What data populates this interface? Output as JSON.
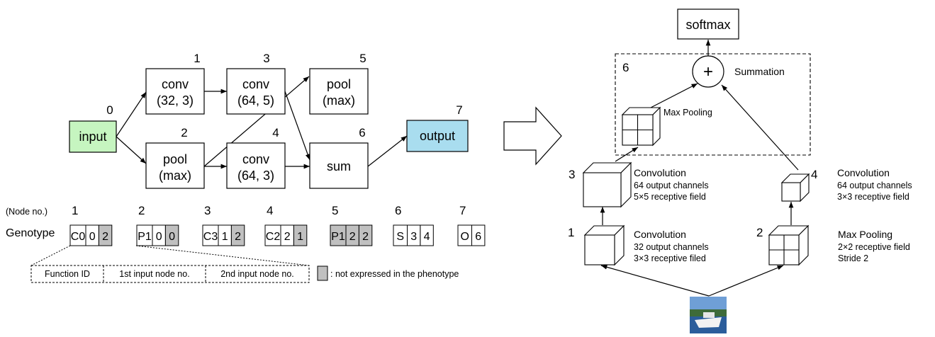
{
  "colors": {
    "input_fill": "#c6f5c0",
    "output_fill": "#a9ddef",
    "unexpressed_fill": "#c0c0c0",
    "line": "#000000"
  },
  "graph": {
    "nodes": [
      {
        "id": "0",
        "line1": "input",
        "line2": ""
      },
      {
        "id": "1",
        "line1": "conv",
        "line2": "(32, 3)"
      },
      {
        "id": "2",
        "line1": "pool",
        "line2": "(max)"
      },
      {
        "id": "3",
        "line1": "conv",
        "line2": "(64, 5)"
      },
      {
        "id": "4",
        "line1": "conv",
        "line2": "(64, 3)"
      },
      {
        "id": "5",
        "line1": "pool",
        "line2": "(max)"
      },
      {
        "id": "6",
        "line1": "sum",
        "line2": ""
      },
      {
        "id": "7",
        "line1": "output",
        "line2": ""
      }
    ]
  },
  "genotype": {
    "node_no_label": "(Node no.)",
    "row_label": "Genotype",
    "genes": [
      {
        "no": "1",
        "cells": [
          {
            "t": "C0",
            "off": false
          },
          {
            "t": "0",
            "off": false
          },
          {
            "t": "2",
            "off": true
          }
        ]
      },
      {
        "no": "2",
        "cells": [
          {
            "t": "P1",
            "off": false
          },
          {
            "t": "0",
            "off": false
          },
          {
            "t": "0",
            "off": true
          }
        ]
      },
      {
        "no": "3",
        "cells": [
          {
            "t": "C3",
            "off": false
          },
          {
            "t": "1",
            "off": false
          },
          {
            "t": "2",
            "off": true
          }
        ]
      },
      {
        "no": "4",
        "cells": [
          {
            "t": "C2",
            "off": false
          },
          {
            "t": "2",
            "off": false
          },
          {
            "t": "1",
            "off": true
          }
        ]
      },
      {
        "no": "5",
        "cells": [
          {
            "t": "P1",
            "off": true
          },
          {
            "t": "2",
            "off": true
          },
          {
            "t": "2",
            "off": true
          }
        ]
      },
      {
        "no": "6",
        "cells": [
          {
            "t": "S",
            "off": false
          },
          {
            "t": "3",
            "off": false
          },
          {
            "t": "4",
            "off": false
          }
        ]
      },
      {
        "no": "7",
        "cells": [
          {
            "t": "O",
            "off": false
          },
          {
            "t": "6",
            "off": false
          }
        ]
      }
    ],
    "legend_fields": [
      "Function ID",
      "1st input node no.",
      "2nd input node no."
    ],
    "legend_unexpressed": ": not expressed in the phenotype"
  },
  "phenotype": {
    "softmax": "softmax",
    "plus": "+",
    "summation": "Summation",
    "group_no": "6",
    "max_pool_top": "Max Pooling",
    "layers": [
      {
        "no": "1",
        "title": "Convolution",
        "line1": "32 output channels",
        "line2": "3×3 receptive filed"
      },
      {
        "no": "2",
        "title": "Max Pooling",
        "line1": "2×2 receptive field",
        "line2": "Stride  2"
      },
      {
        "no": "3",
        "title": "Convolution",
        "line1": "64 output channels",
        "line2": "5×5 receptive field"
      },
      {
        "no": "4",
        "title": "Convolution",
        "line1": "64 output channels",
        "line2": "3×3 receptive field"
      }
    ]
  }
}
